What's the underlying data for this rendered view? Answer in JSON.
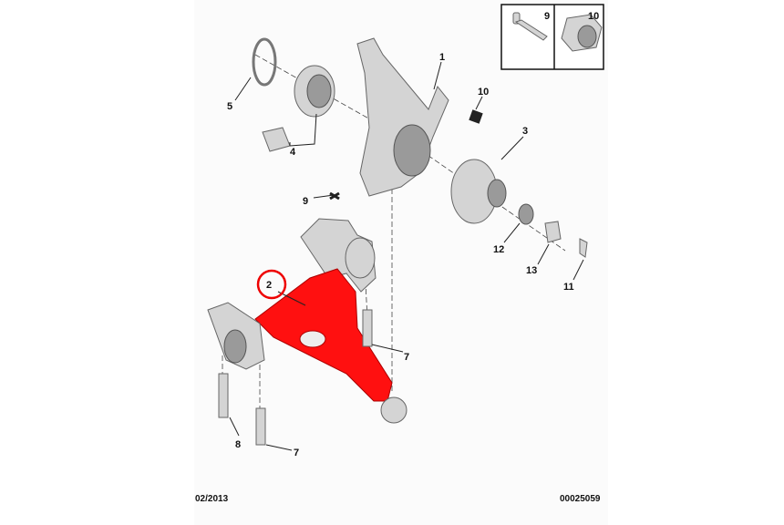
{
  "callouts": {
    "c1": "1",
    "c2": "2",
    "c3": "3",
    "c4": "4",
    "c5": "5",
    "c7a": "7",
    "c7b": "7",
    "c8": "8",
    "c9": "9",
    "c10": "10",
    "c11": "11",
    "c12": "12",
    "c13": "13"
  },
  "inset": {
    "left_label": "9",
    "right_label": "10"
  },
  "highlight": {
    "part": "2",
    "color": "#ff0000"
  },
  "footer": {
    "date": "02/2013",
    "ref": "00025059"
  }
}
